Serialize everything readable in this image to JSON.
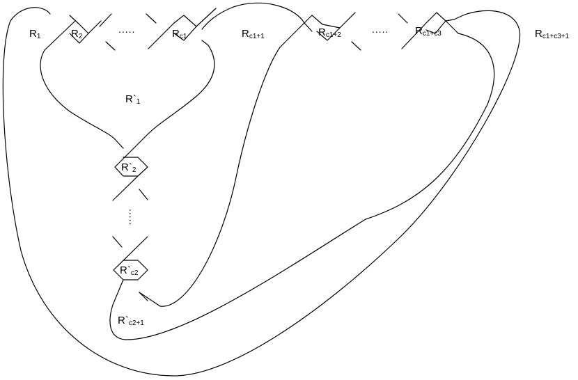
{
  "diagram": {
    "ellipsis_h": ".....",
    "ellipsis_v": ".....",
    "regions": {
      "r1": {
        "main": "R",
        "sub": "1"
      },
      "r2": {
        "main": "R",
        "sub": "2"
      },
      "rc1": {
        "main": "R",
        "sub": "c1"
      },
      "rc1p1": {
        "main": "R",
        "sub": "c1+1"
      },
      "rc1p2": {
        "main": "R",
        "sub": "c1+2"
      },
      "rc1pc3": {
        "main": "R",
        "sub": "c1+c3"
      },
      "rc1pc3p1": {
        "main": "R",
        "sub": "c1+c3+1"
      },
      "rp1": {
        "main": "R`",
        "sub": "1"
      },
      "rp2": {
        "main": "R`",
        "sub": "2"
      },
      "rpc2": {
        "main": "R`",
        "sub": "c2"
      },
      "rpc2p1": {
        "main": "R`",
        "sub": "c2+1"
      }
    }
  }
}
